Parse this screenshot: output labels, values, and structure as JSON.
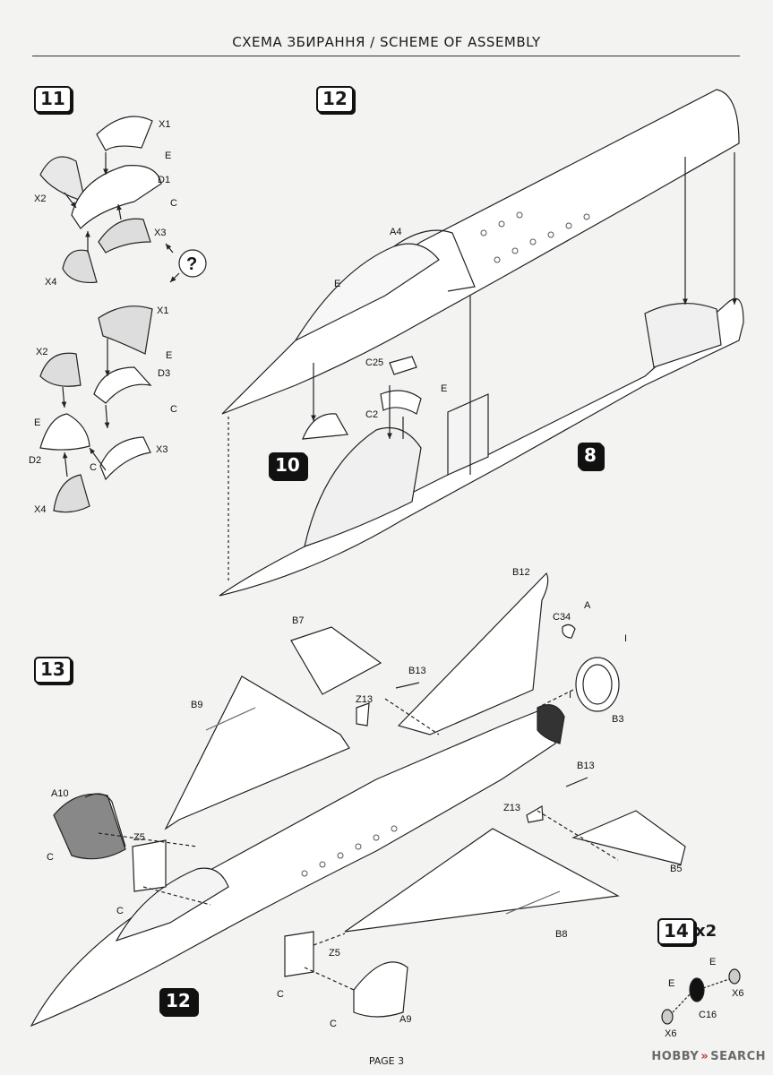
{
  "header": {
    "title": "СХЕМА ЗБИРАННЯ / SCHEME OF ASSEMBLY"
  },
  "steps": {
    "s11": {
      "number": "11"
    },
    "s12": {
      "number": "12"
    },
    "s13": {
      "number": "13"
    },
    "s14": {
      "number": "14",
      "quantity": "x2"
    }
  },
  "refs": {
    "r10": "10",
    "r8": "8",
    "r12": "12"
  },
  "step11": {
    "upper": [
      "X1",
      "E",
      "D1",
      "C",
      "X2",
      "X3",
      "X4"
    ],
    "lower": [
      "X1",
      "X2",
      "E",
      "D3",
      "C",
      "E",
      "D2",
      "C",
      "X3",
      "X4"
    ],
    "question": "?"
  },
  "step12": {
    "A4": "A4",
    "E": "E",
    "C25": "C25",
    "C2": "C2",
    "E2": "E"
  },
  "step13": {
    "B12": "B12",
    "A_paint": "A",
    "C34": "C34",
    "B7": "B7",
    "I1": "I",
    "I2": "I",
    "B13a": "B13",
    "Z13a": "Z13",
    "B3": "B3",
    "B9": "B9",
    "B13b": "B13",
    "Z13b": "Z13",
    "A10": "A10",
    "Z5a": "Z5",
    "C1": "C",
    "C2": "C",
    "B5": "B5",
    "B8": "B8",
    "Z5b": "Z5",
    "C3": "C",
    "C4": "C",
    "A9": "A9"
  },
  "step14": {
    "E1": "E",
    "E2": "E",
    "X6a": "X6",
    "X6b": "X6",
    "C16": "C16"
  },
  "footer": {
    "page": "PAGE 3"
  },
  "watermark": {
    "left": "HOBBY",
    "right": "SEARCH"
  }
}
